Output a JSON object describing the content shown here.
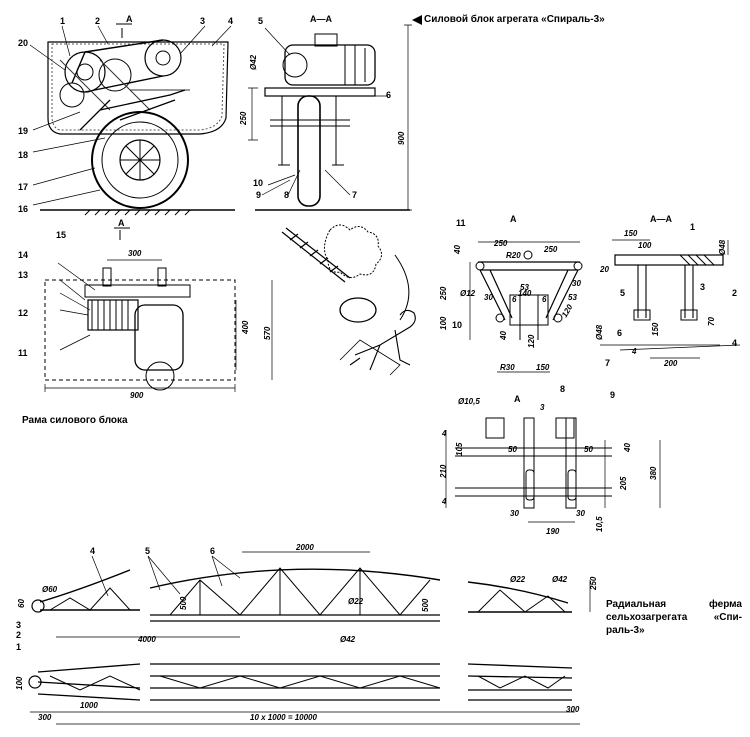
{
  "captions": {
    "power_unit": "Силовой блок агрегата «Спираль-3»",
    "frame": "Рама силового блока",
    "truss": "Радиальная ферма сельхозагрегата «Спи-раль-3»"
  },
  "section_labels": {
    "a": "А",
    "aa": "А—А"
  },
  "part_numbers": {
    "p1": "1",
    "p2": "2",
    "p3": "3",
    "p4": "4",
    "p5": "5",
    "p6": "6",
    "p7": "7",
    "p8": "8",
    "p9": "9",
    "p10": "10",
    "p11": "11",
    "p12": "12",
    "p13": "13",
    "p14": "14",
    "p15": "15",
    "p16": "16",
    "p17": "17",
    "p18": "18",
    "p19": "19",
    "p20": "20"
  },
  "dimensions": {
    "d42": "Ø42",
    "d250": "250",
    "d900": "900",
    "d300": "300",
    "d400": "400",
    "d570": "570",
    "r20": "R20",
    "d40": "40",
    "d12": "Ø12",
    "d100": "100",
    "d30": "30",
    "d140": "140",
    "r30": "R30",
    "d150": "150",
    "d120": "120",
    "d53": "53",
    "d6": "6",
    "d48": "Ø48",
    "d70": "70",
    "d200": "200",
    "d4": "4",
    "d20": "20",
    "d10_5": "Ø10,5",
    "d3": "3",
    "d210": "210",
    "d105": "105",
    "d50": "50",
    "d205": "205",
    "d380": "380",
    "d190": "190",
    "v105": "10,5",
    "d2000": "2000",
    "d60": "Ø60",
    "d22": "Ø22",
    "d500": "500",
    "d4000": "4000",
    "d60b": "60",
    "d1000": "1000",
    "total": "10 x 1000 = 10000"
  }
}
